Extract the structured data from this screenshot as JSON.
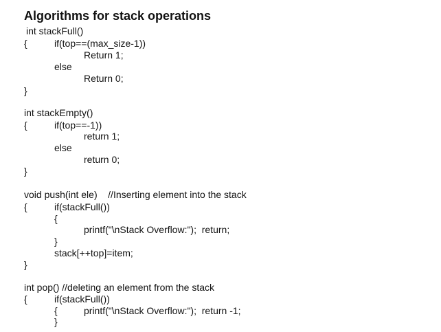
{
  "document": {
    "title": "Algorithms for stack operations",
    "lines": [
      "int stackFull()",
      "{",
      "if(top==(max_size-1))",
      "Return 1;",
      "else",
      "Return 0;",
      "}",
      "int stackEmpty()",
      "{",
      "if(top==-1))",
      "return 1;",
      "else",
      "return 0;",
      "}",
      "void push(int ele)    //Inserting element into the stack",
      "{",
      "if(stackFull())",
      "{",
      "printf(\"\\nStack Overflow:\");  return;",
      "}",
      "stack[++top]=item;",
      "}",
      "int pop() //deleting an element from the stack",
      "{",
      "if(stackFull())",
      "{",
      "printf(\"\\nStack Overflow:\");  return -1;",
      "}"
    ]
  }
}
